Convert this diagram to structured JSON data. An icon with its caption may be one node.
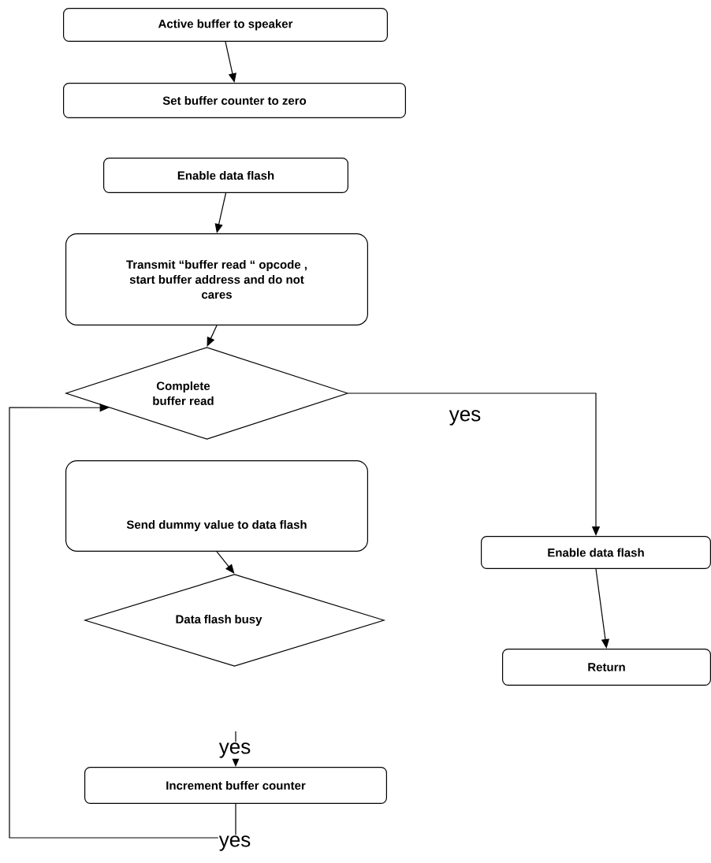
{
  "diagram": {
    "nodes": [
      {
        "text": [
          "Active buffer to speaker"
        ]
      },
      {
        "text": [
          "Set buffer counter to zero"
        ]
      },
      {
        "text": [
          "Enable data flash"
        ]
      },
      {
        "text": [
          "Transmit “buffer read “ opcode , start buffer address and do not cares"
        ]
      },
      {
        "text": [
          "Complete buffer read"
        ]
      },
      {
        "text": [
          "Send dummy value to data flash"
        ]
      },
      {
        "text": [
          "Data flash busy"
        ]
      },
      {
        "text": [
          "Increment buffer counter"
        ]
      },
      {
        "text": [
          "Enable data flash"
        ]
      },
      {
        "text": [
          "Return"
        ]
      }
    ],
    "edges": [
      {
        "from": 0,
        "to": 1,
        "arrow": "to"
      },
      {
        "from": 2,
        "to": 3,
        "arrow": "to"
      },
      {
        "from": 3,
        "to": 4,
        "arrow": "to"
      },
      {
        "from": 4,
        "to": 8,
        "arrow": "to",
        "label": "yes"
      },
      {
        "from": 5,
        "to": 6,
        "arrow": "to"
      },
      {
        "from": 8,
        "to": 9,
        "arrow": "to"
      },
      {
        "from": null,
        "to": 7,
        "arrow": "to",
        "label": "yes"
      },
      {
        "from": 7,
        "to": 4,
        "arrow": "to",
        "label": "yes"
      }
    ]
  }
}
